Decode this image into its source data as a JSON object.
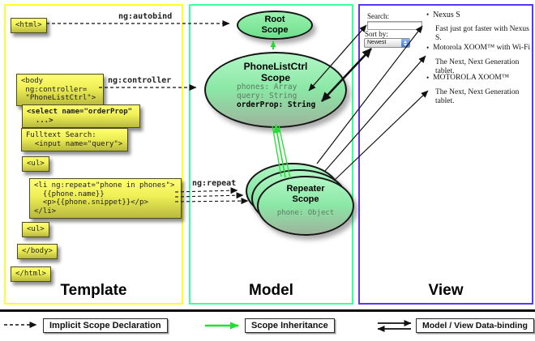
{
  "template": {
    "label": "Template",
    "annotations": {
      "autobind": "ng:autobind",
      "controller": "ng:controller",
      "repeat": "ng:repeat"
    },
    "code": {
      "html_open": "<html>",
      "body_open": "<body\n ng:controller=\n \"PhoneListCtrl\">",
      "select": "<select name=\"orderProp\"\n  ...>",
      "fulltext": "Fulltext Search:\n  <input name=\"query\">",
      "ul_open": "<ul>",
      "li_repeat": "<li ng:repeat=\"phone in phones\">\n  {{phone.name}}\n  <p>{{phone.snippet}}</p>\n</li>",
      "ul_close": "<ul>",
      "body_close": "</body>",
      "html_close": "</html>"
    }
  },
  "model": {
    "label": "Model",
    "root_scope": {
      "title": "Root\nScope"
    },
    "phonelist_scope": {
      "title": "PhoneListCtrl\nScope",
      "props": "phones: Array\nquery: String",
      "prop_bold": "orderProp: String"
    },
    "repeater_scope": {
      "title": "Repeater\nScope",
      "prop": "phone: Object"
    }
  },
  "view": {
    "label": "View",
    "search_label": "Search:",
    "sort_label": "Sort by:",
    "sort_value": "Newest",
    "bullet": "•",
    "items": [
      {
        "title": "Nexus S",
        "snippet": "Fast just got faster with Nexus S."
      },
      {
        "title": "Motorola XOOM™  with Wi-Fi",
        "snippet": "The Next, Next Generation tablet."
      },
      {
        "title": "MOTOROLA XOOM™",
        "snippet": "The Next, Next Generation tablet."
      }
    ]
  },
  "legend": {
    "implicit_label": "Implicit Scope Declaration",
    "inheritance_label": "Scope Inheritance",
    "databinding_label": "Model / View Data-binding"
  },
  "colors": {
    "template_border": "#ffff2d",
    "model_border": "#3fff9e",
    "view_border": "#5838f0",
    "scope_green": "#23dd33",
    "box_yellow": "#ffff66"
  }
}
